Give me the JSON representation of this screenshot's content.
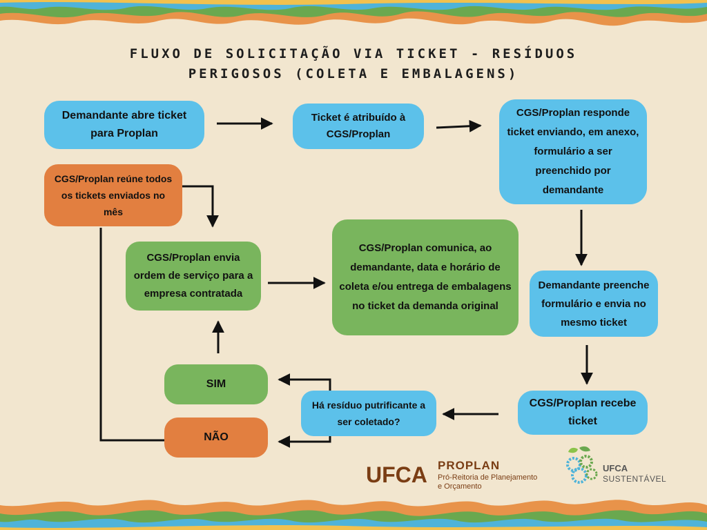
{
  "title": "FLUXO DE SOLICITAÇÃO VIA TICKET - RESÍDUOS PERIGOSOS (COLETA E EMBALAGENS)",
  "nodes": {
    "demandante_abre": "Demandante abre ticket para Proplan",
    "ticket_atribuido": "Ticket é atribuído à CGS/Proplan",
    "cgs_responde": "CGS/Proplan responde ticket enviando, em anexo, formulário a ser preenchido por demandante",
    "cgs_reune": "CGS/Proplan reúne todos os tickets enviados no mês",
    "cgs_envia_os": "CGS/Proplan envia ordem de serviço para a empresa contratada",
    "cgs_comunica": "CGS/Proplan comunica, ao demandante, data e horário de coleta e/ou entrega de embalagens no ticket da demanda original",
    "demandante_preenche": "Demandante preenche formulário e envia no mesmo ticket",
    "sim": "SIM",
    "nao": "NÃO",
    "decisao": "Há resíduo putrificante a ser coletado?",
    "cgs_recebe": "CGS/Proplan recebe ticket"
  },
  "logos": {
    "ufca_mark": "UFCA",
    "proplan_name": "PROPLAN",
    "proplan_sub_1": "Pró-Reitoria de Planejamento",
    "proplan_sub_2": "e Orçamento",
    "sust_line1": "UFCA",
    "sust_line2": "SUSTENTÁVEL"
  },
  "colors": {
    "background": "#f2e6cf",
    "blue": "#5cc1ea",
    "orange": "#e27f40",
    "green": "#79b55d"
  }
}
